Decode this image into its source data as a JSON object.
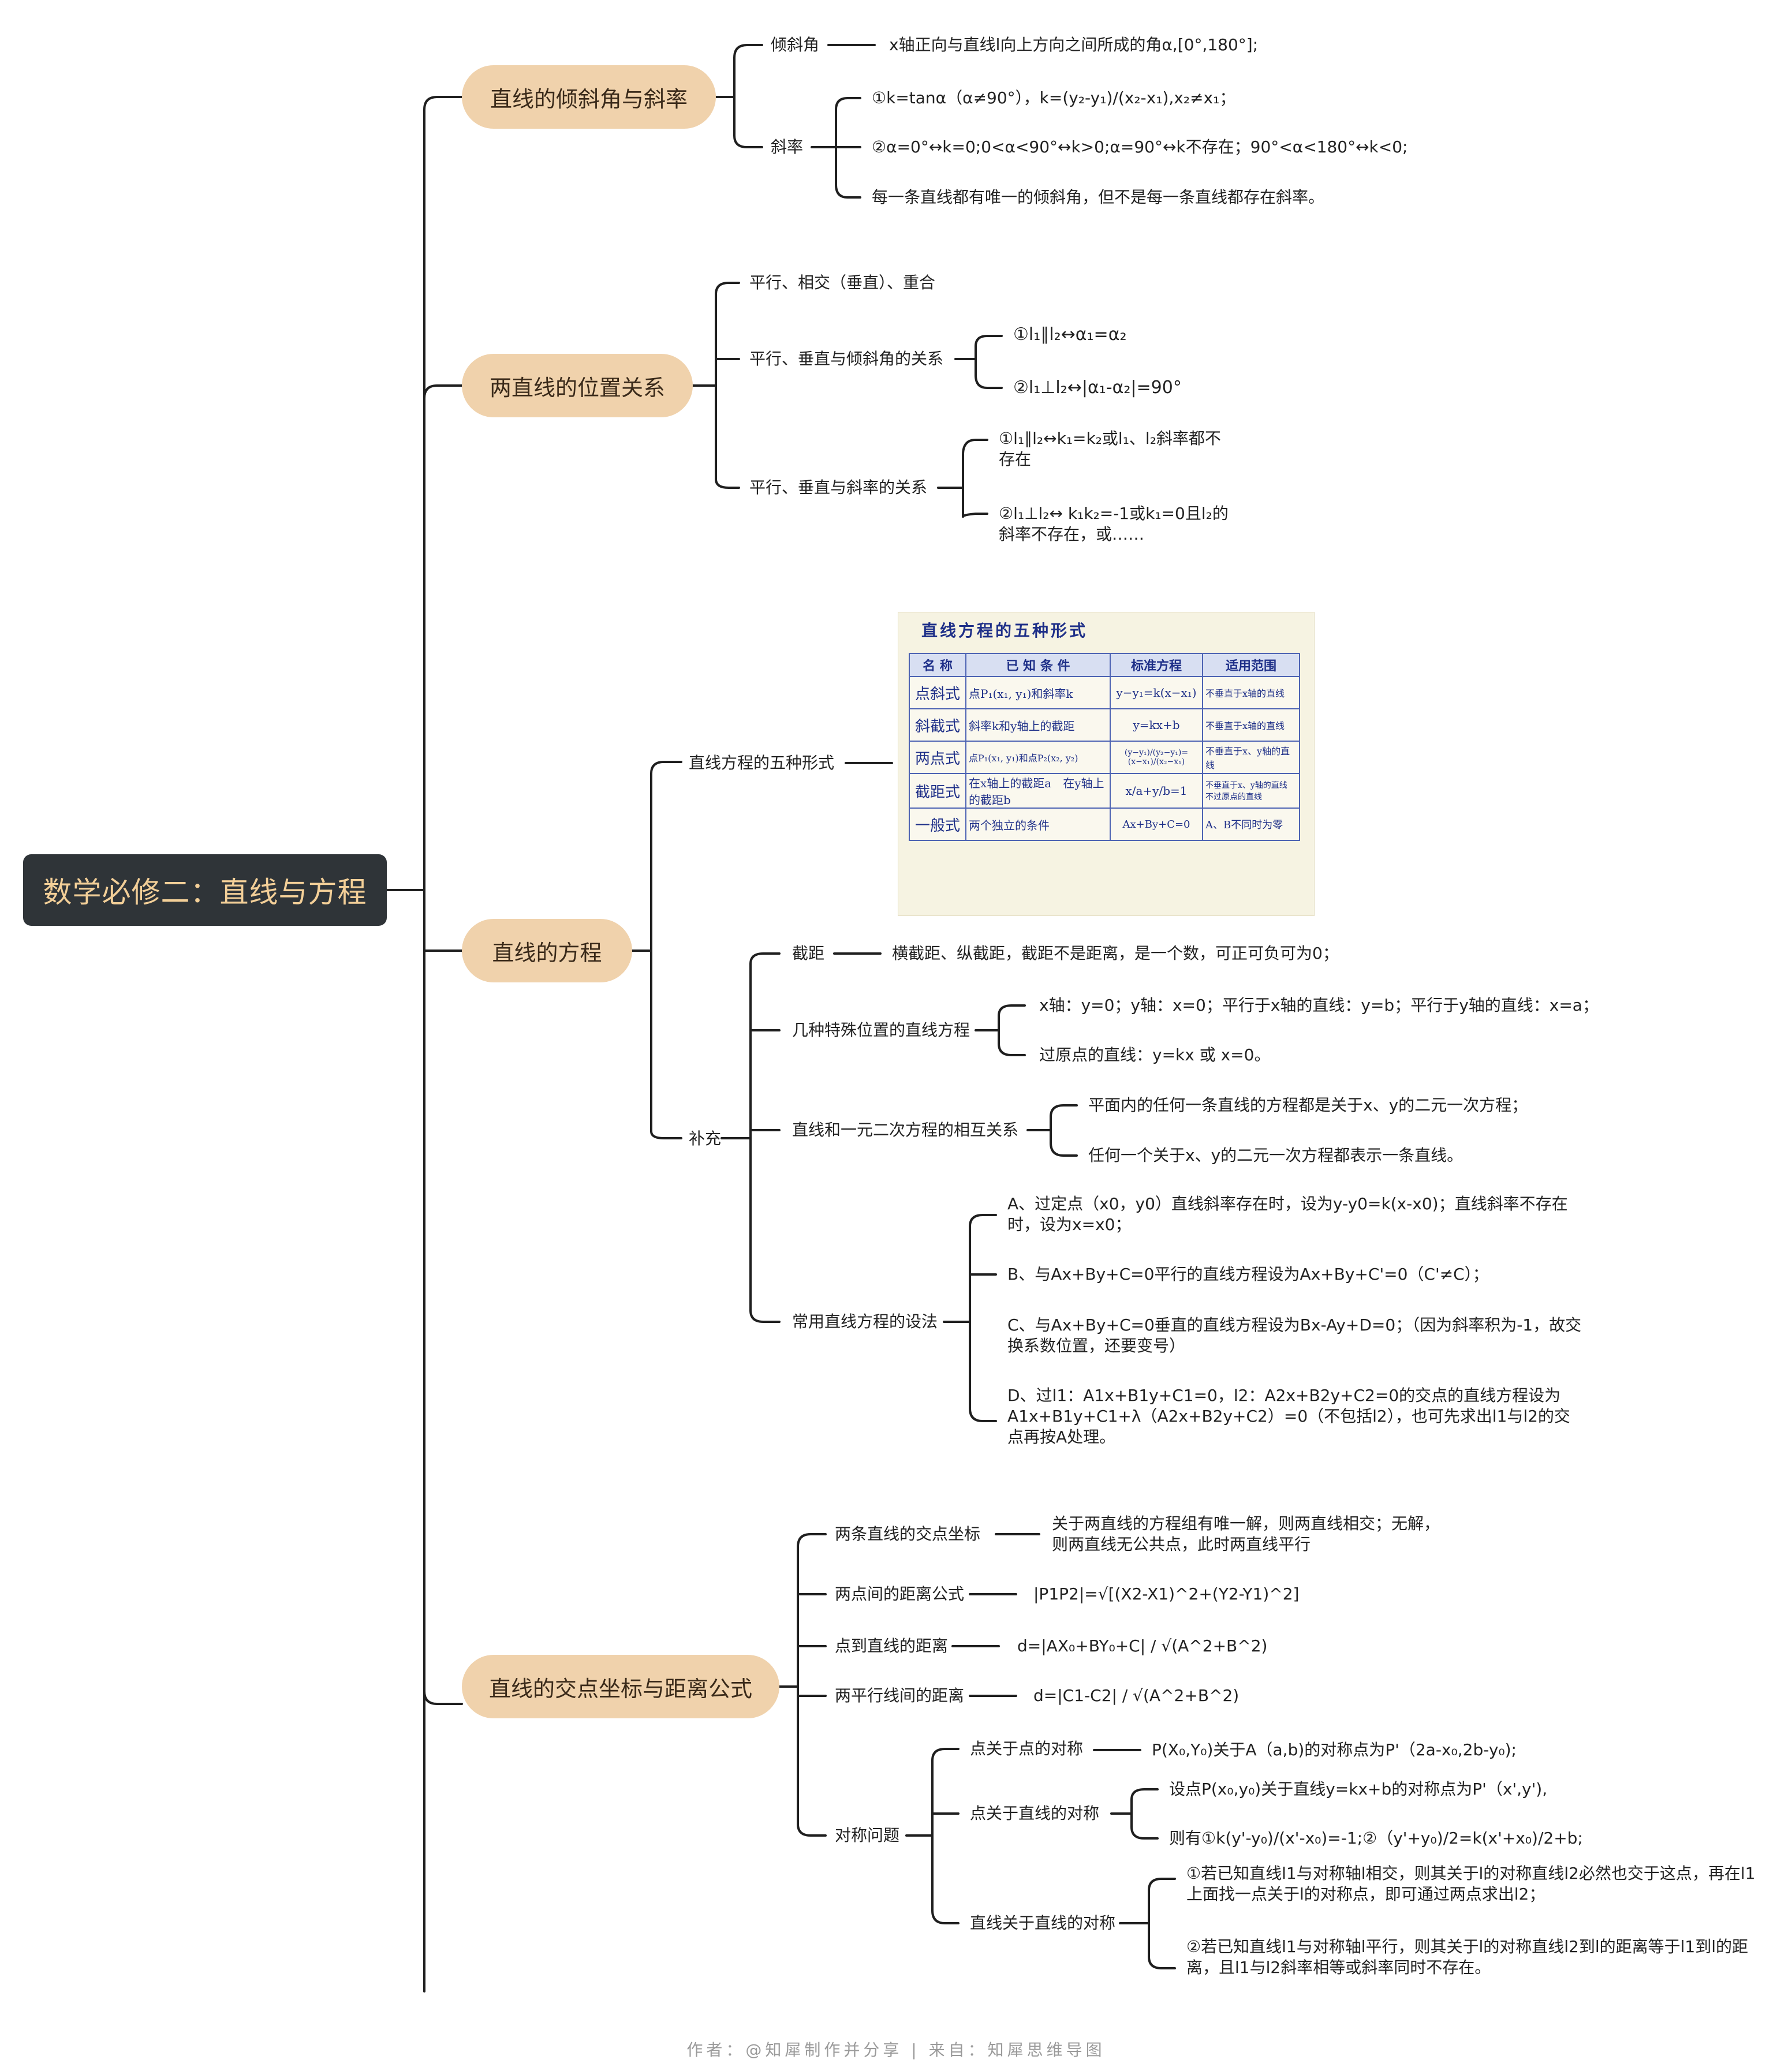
{
  "root": {
    "title": "数学必修二：直线与方程"
  },
  "sections": [
    {
      "title": "直线的倾斜角与斜率",
      "children": [
        {
          "label": "倾斜角",
          "text": "x轴正向与直线l向上方向之间所成的角α,[0°,180°];"
        },
        {
          "label": "斜率",
          "items": [
            "①k=tanα（α≠90°），k=(y₂-y₁)/(x₂-x₁),x₂≠x₁；",
            "②α=0°↔k=0;0<α<90°↔k>0;α=90°↔k不存在；90°<α<180°↔k<0;",
            "每一条直线都有唯一的倾斜角，但不是每一条直线都存在斜率。"
          ]
        }
      ]
    },
    {
      "title": "两直线的位置关系",
      "children": [
        {
          "label": "平行、相交（垂直）、重合"
        },
        {
          "label": "平行、垂直与倾斜角的关系",
          "items": [
            "①l₁∥l₂↔α₁=α₂",
            "②l₁⊥l₂↔|α₁-α₂|=90°"
          ]
        },
        {
          "label": "平行、垂直与斜率的关系",
          "items": [
            "①l₁∥l₂↔k₁=k₂或l₁、l₂斜率都不存在",
            "②l₁⊥l₂↔ k₁k₂=-1或k₁=0且l₂的斜率不存在，或……"
          ]
        }
      ]
    },
    {
      "title": "直线的方程",
      "five_forms": {
        "label": "直线方程的五种形式",
        "table_title": "直线方程的五种形式",
        "headers": [
          "名 称",
          "已 知 条 件",
          "标准方程",
          "适用范围"
        ],
        "rows": [
          [
            "点斜式",
            "点P₁(x₁, y₁)和斜率k",
            "y−y₁=k(x−x₁)",
            "不垂直于x轴的直线"
          ],
          [
            "斜截式",
            "斜率k和y轴上的截距",
            "y=kx+b",
            "不垂直于x轴的直线"
          ],
          [
            "两点式",
            "点P₁(x₁, y₁)和点P₂(x₂, y₂)",
            "(y−y₁)/(y₂−y₁)=(x−x₁)/(x₂−x₁)",
            "不垂直于x、y轴的直线"
          ],
          [
            "截距式",
            "在x轴上的截距a　在y轴上的截距b",
            "x/a+y/b=1",
            "不垂直于x、y轴的直线 不过原点的直线"
          ],
          [
            "一般式",
            "两个独立的条件",
            "Ax+By+C=0",
            "A、B不同时为零"
          ]
        ]
      },
      "supplement": {
        "label": "补充",
        "children": [
          {
            "label": "截距",
            "text": "横截距、纵截距，截距不是距离，是一个数，可正可负可为0；"
          },
          {
            "label": "几种特殊位置的直线方程",
            "items": [
              "x轴：y=0；y轴：x=0；平行于x轴的直线：y=b；平行于y轴的直线：x=a；",
              "过原点的直线：y=kx 或 x=0。"
            ]
          },
          {
            "label": "直线和一元二次方程的相互关系",
            "items": [
              "平面内的任何一条直线的方程都是关于x、y的二元一次方程；",
              "任何一个关于x、y的二元一次方程都表示一条直线。"
            ]
          },
          {
            "label": "常用直线方程的设法",
            "items": [
              "A、过定点（x0，y0）直线斜率存在时，设为y-y0=k(x-x0)；直线斜率不存在时，设为x=x0；",
              "B、与Ax+By+C=0平行的直线方程设为Ax+By+C'=0（C'≠C）；",
              "C、与Ax+By+C=0垂直的直线方程设为Bx-Ay+D=0；（因为斜率积为-1，故交换系数位置，还要变号）",
              "D、过l1：A1x+B1y+C1=0，l2：A2x+B2y+C2=0的交点的直线方程设为A1x+B1y+C1+λ（A2x+B2y+C2）=0（不包括l2），也可先求出l1与l2的交点再按A处理。"
            ]
          }
        ]
      }
    },
    {
      "title": "直线的交点坐标与距离公式",
      "children": [
        {
          "label": "两条直线的交点坐标",
          "text": "关于两直线的方程组有唯一解，则两直线相交；无解，则两直线无公共点，此时两直线平行"
        },
        {
          "label": "两点间的距离公式",
          "text": "|P1P2|=√[(X2-X1)^2+(Y2-Y1)^2]"
        },
        {
          "label": "点到直线的距离",
          "text": "d=|AX₀+BY₀+C| / √(A^2+B^2)"
        },
        {
          "label": "两平行线间的距离",
          "text": "d=|C1-C2| / √(A^2+B^2)"
        },
        {
          "label": "对称问题",
          "children": [
            {
              "label": "点关于点的对称",
              "text": "P(X₀,Y₀)关于A（a,b)的对称点为P'（2a-x₀,2b-y₀);"
            },
            {
              "label": "点关于直线的对称",
              "items": [
                "设点P(x₀,y₀)关于直线y=kx+b的对称点为P'（x',y'),",
                "则有①k(y'-y₀)/(x'-x₀)=-1;②（y'+y₀)/2=k(x'+x₀)/2+b;"
              ]
            },
            {
              "label": "直线关于直线的对称",
              "items": [
                "①若已知直线l1与对称轴l相交，则其关于l的对称直线l2必然也交于这点，再在l1上面找一点关于l的对称点，即可通过两点求出l2；",
                "②若已知直线l1与对称轴l平行，则其关于l的对称直线l2到l的距离等于l1到l的距离，且l1与l2斜率相等或斜率同时不存在。"
              ]
            }
          ]
        }
      ]
    }
  ],
  "footer": "作者：@知犀制作并分享 | 来自：知犀思维导图"
}
